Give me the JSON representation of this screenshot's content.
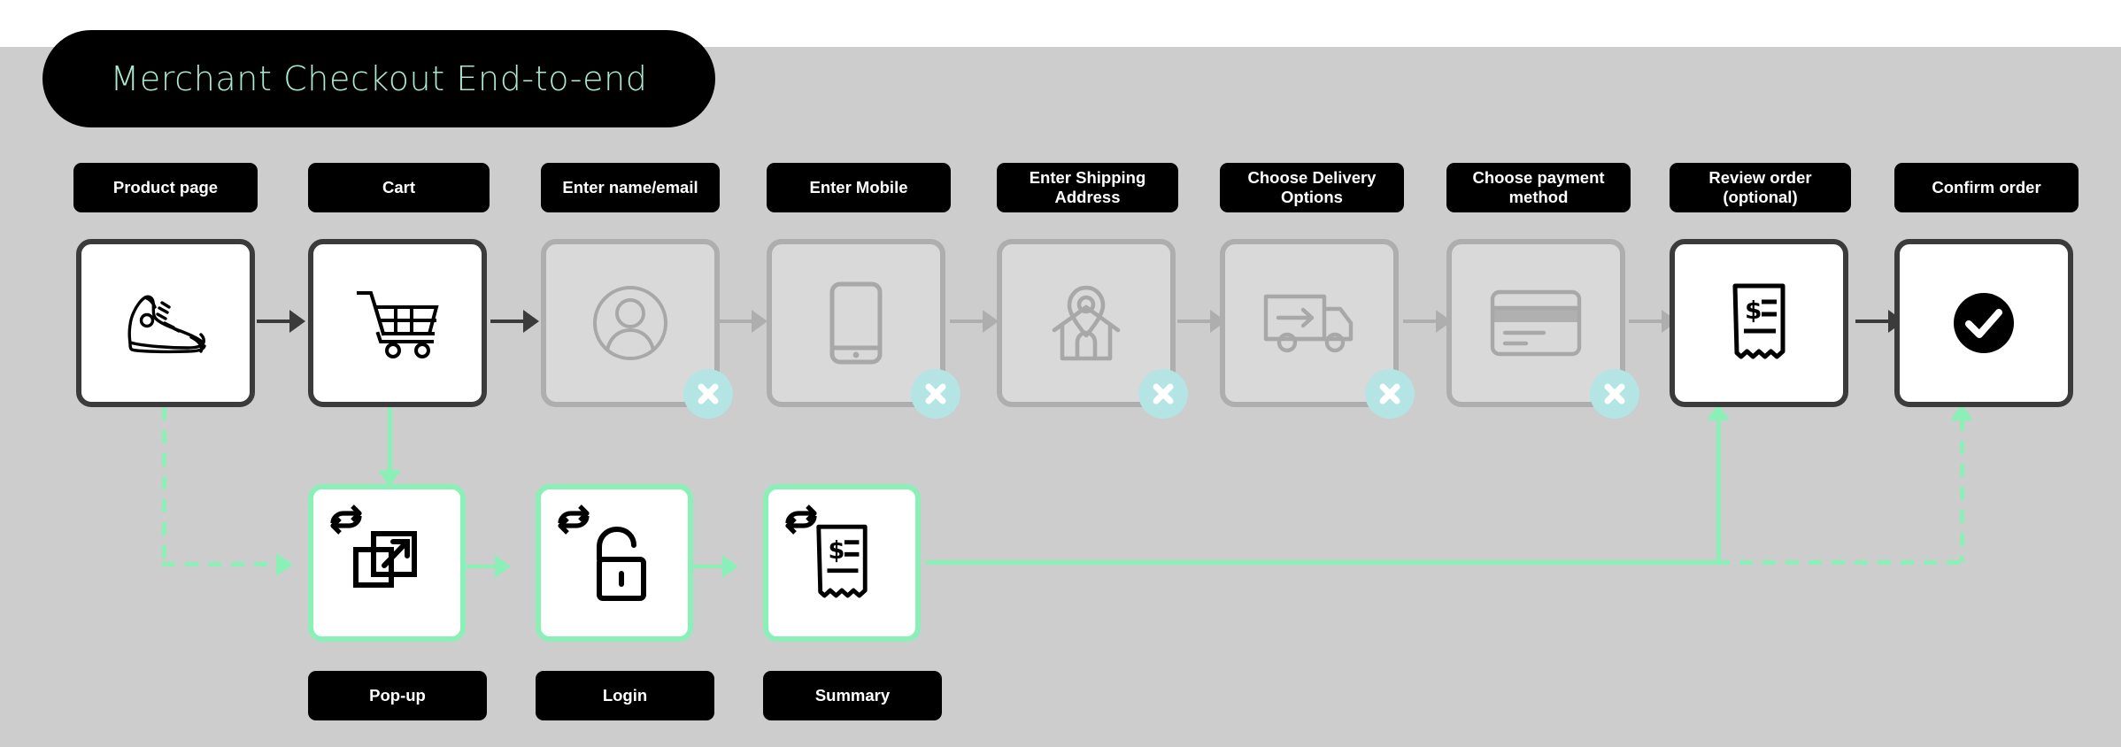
{
  "title": {
    "text": "Merchant Checkout End-to-end"
  },
  "colors": {
    "accent_green": "#8bf0b8",
    "title_text": "#a9ead0",
    "badge_cyan": "#b4e4e4",
    "panel_bg": "#cdcdcd",
    "card_active_border": "#3b3b3b",
    "card_disabled_border": "#aeaeae",
    "card_disabled_fill": "#d9d9d9",
    "chip_bg": "#000000"
  },
  "top_row": [
    {
      "label": "Product page",
      "icon": "sneaker-icon",
      "state": "active",
      "excluded": false
    },
    {
      "label": "Cart",
      "icon": "shopping-cart-icon",
      "state": "active",
      "excluded": false
    },
    {
      "label": "Enter name/email",
      "icon": "user-account-icon",
      "state": "disabled",
      "excluded": true
    },
    {
      "label": "Enter Mobile",
      "icon": "mobile-phone-icon",
      "state": "disabled",
      "excluded": true
    },
    {
      "label": "Enter Shipping Address",
      "icon": "home-location-icon",
      "state": "disabled",
      "excluded": true
    },
    {
      "label": "Choose Delivery Options",
      "icon": "delivery-truck-icon",
      "state": "disabled",
      "excluded": true
    },
    {
      "label": "Choose payment method",
      "icon": "credit-card-icon",
      "state": "disabled",
      "excluded": true
    },
    {
      "label": "Review order (optional)",
      "icon": "receipt-icon",
      "state": "active",
      "excluded": false
    },
    {
      "label": "Confirm order",
      "icon": "check-circle-icon",
      "state": "active",
      "excluded": false
    }
  ],
  "bottom_row": [
    {
      "label": "Pop-up",
      "icon": "external-window-icon",
      "badge_icon": "swap-link-icon"
    },
    {
      "label": "Login",
      "icon": "unlocked-padlock-icon",
      "badge_icon": "swap-link-icon"
    },
    {
      "label": "Summary",
      "icon": "receipt-icon",
      "badge_icon": "swap-link-icon"
    }
  ],
  "badges": {
    "exclude_symbol": "x-mark-icon"
  }
}
